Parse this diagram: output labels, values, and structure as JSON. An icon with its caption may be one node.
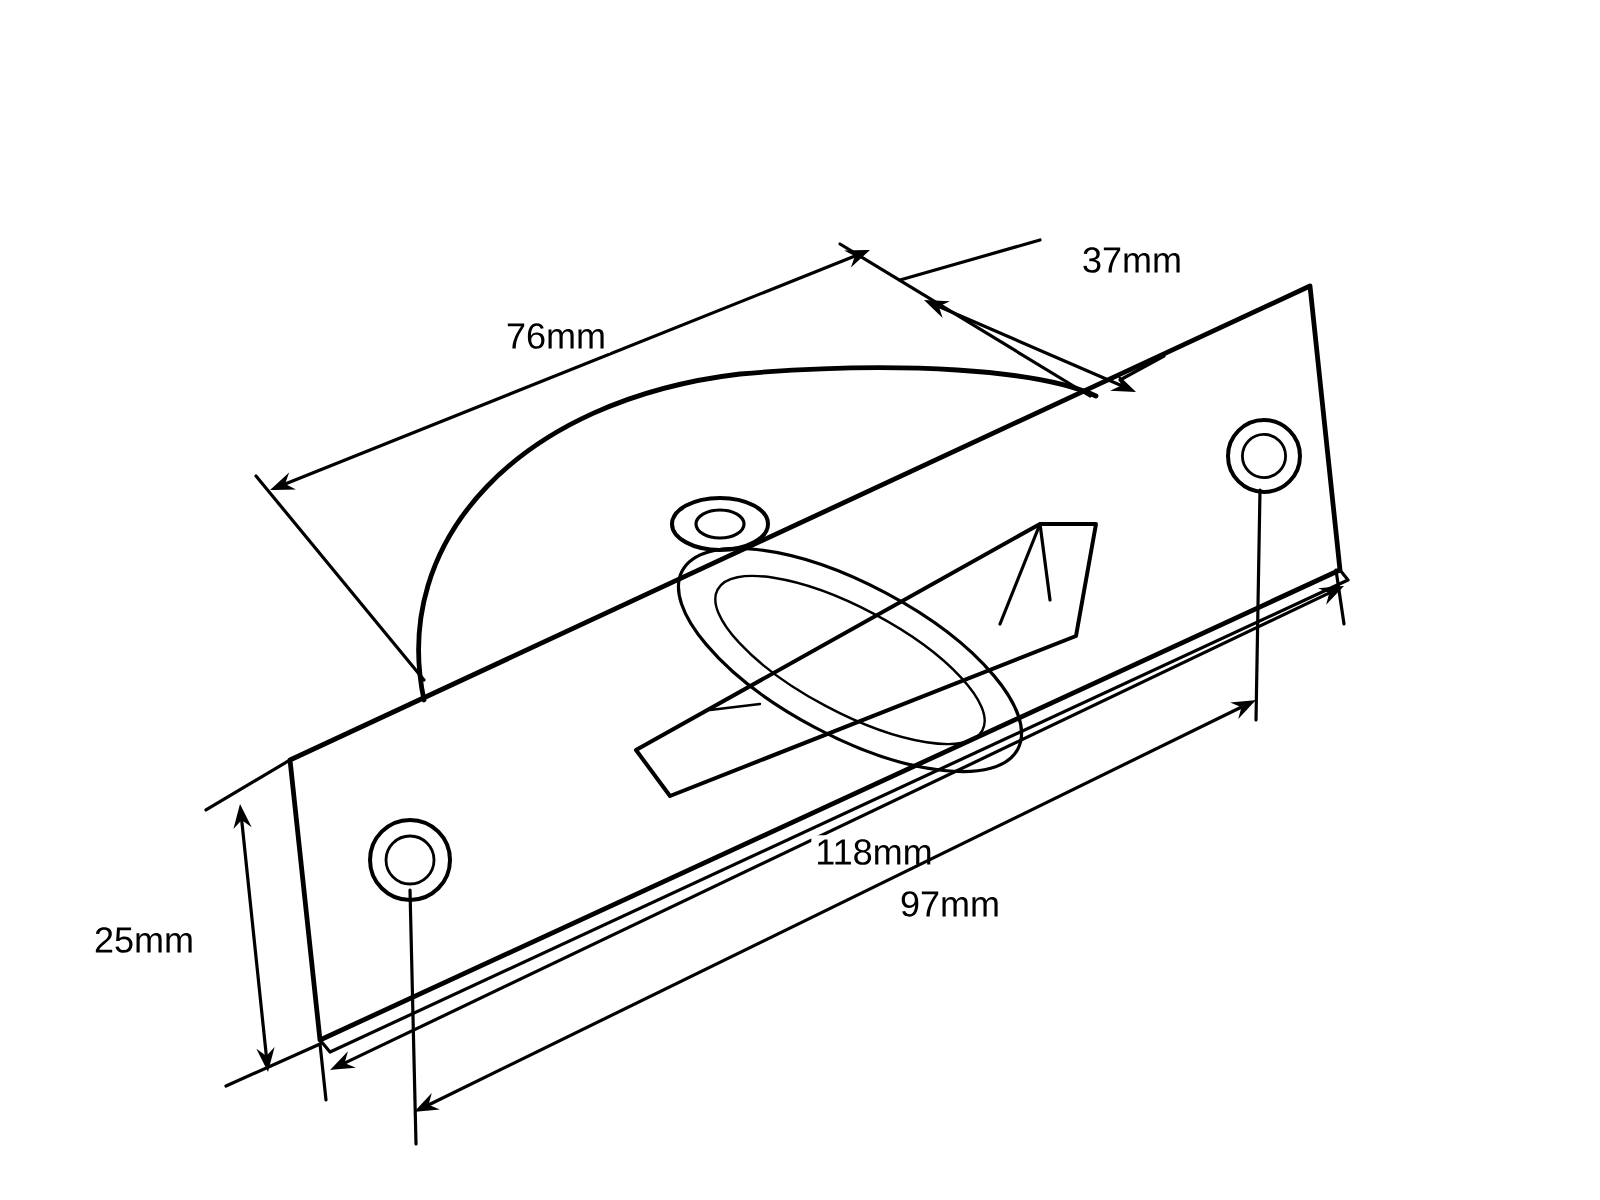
{
  "diagram": {
    "labels": [
      "76mm",
      "37mm",
      "118mm",
      "97mm",
      "25mm"
    ]
  }
}
